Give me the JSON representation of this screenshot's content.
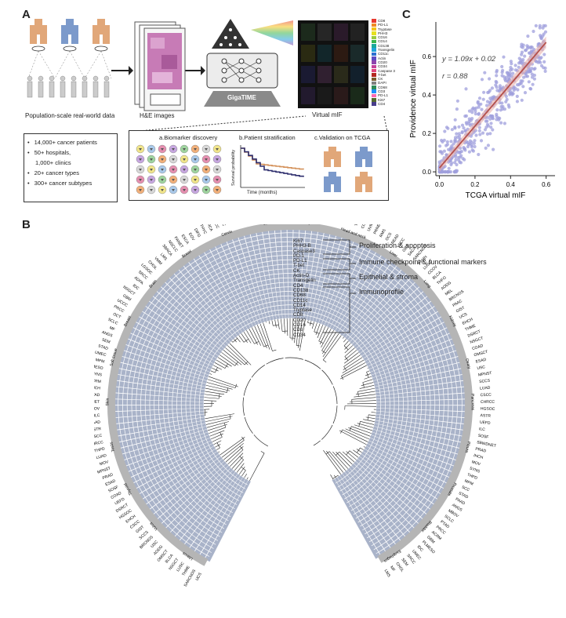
{
  "panels": {
    "a": "A",
    "b": "B",
    "c": "C"
  },
  "panelA": {
    "population_label": "Population-scale real-world data",
    "he_label": "H&E images",
    "model_label": "GigaTIME",
    "mif_label": "Virtual mIF",
    "markers": [
      "CD8",
      "PD-L1",
      "Tryptase",
      "PHH3",
      "CD16",
      "CD14",
      "CD138",
      "Transgelin",
      "CD11c",
      "Actin",
      "CD20",
      "CD34",
      "Caspase 3",
      "T-bet",
      "CK",
      "DAPI",
      "CD68",
      "CD3",
      "PD-L1",
      "Ki67",
      "CD4"
    ],
    "marker_colors": [
      "#e83a2f",
      "#f08a24",
      "#f5c518",
      "#e6e020",
      "#9ccc3c",
      "#3bb54a",
      "#19a89a",
      "#1fa3d9",
      "#2c6fd1",
      "#5b4bc4",
      "#8e44ad",
      "#c2409a",
      "#e0457b",
      "#b3261e",
      "#7a5c2e",
      "#808080",
      "#2e8b57",
      "#1e90ff",
      "#ff69b4",
      "#556b2f",
      "#483d8b"
    ],
    "stats": [
      "14,000+ cancer patients",
      "50+ hospitals,",
      "1,000+ clinics",
      "20+ cancer types",
      "300+ cancer subtypes"
    ],
    "sub_a": "a.Biomarker discovery",
    "sub_b": "b.Patient stratification",
    "sub_c": "c.Validation on TCGA",
    "survival_ylabel": "Survival probability",
    "survival_xlabel": "Time (months)",
    "survival_colors": [
      "#d4915a",
      "#2f2f6e"
    ]
  },
  "chart_data": {
    "type": "scatter",
    "title": "",
    "xlabel": "TCGA virtual mIF",
    "ylabel": "Providence virtual mIF",
    "xlim": [
      -0.02,
      0.65
    ],
    "ylim": [
      -0.02,
      0.78
    ],
    "xticks": [
      "0.0",
      "0.2",
      "0.4",
      "0.6"
    ],
    "yticks": [
      "0.0",
      "0.2",
      "0.4",
      "0.6"
    ],
    "equation": "y = 1.09x + 0.02",
    "r_label": "r = 0.88",
    "slope": 1.09,
    "intercept": 0.02,
    "n_points": 520,
    "point_color": "#9f9fdc",
    "line_color": "#b5504a",
    "grid": false
  },
  "panelB": {
    "markers": [
      "Ki67",
      "PHH3-B",
      "Caspase3",
      "PD-1",
      "PD-L1",
      "T-bet",
      "CK",
      "Actin-D",
      "Transgelin",
      "CD4",
      "CD138",
      "CD68",
      "CD11c",
      "CD14",
      "Tryptase",
      "CD8",
      "CD20",
      "CD16",
      "CD3",
      "CD34"
    ],
    "groups": [
      "Proliferation & apoptosis",
      "Immune checkpoint & functional markers",
      "Epithelial & stroma",
      "Immunoprofile"
    ],
    "tissues": [
      "Uterus",
      "Vulva",
      "Thyroid",
      "Testis",
      "Skin",
      "Soft tissue",
      "Breast",
      "Brain",
      "Bowel",
      "Cervix",
      "Stomach",
      "Eye",
      "Head and neck",
      "Liver",
      "Lung",
      "Kidney",
      "Ovary",
      "Pancreas",
      "Pleura",
      "Prostate",
      "Bladder",
      "Esophagus"
    ],
    "subtypes_left": [
      "UCS",
      "UMEC",
      "UEC",
      "USC",
      "UCCC",
      "ULMS",
      "UEFD",
      "VMM",
      "VSCC",
      "THPD",
      "THYC",
      "THFO",
      "PTAD",
      "PTCL",
      "THME",
      "SEM",
      "TMT",
      "SCCS",
      "NSGCT",
      "CCOS",
      "SOSF",
      "SBRCA",
      "SACA",
      "SCC",
      "BCC",
      "MEL",
      "ACRM",
      "DFSP",
      "NSGCT",
      "MF",
      "EMPD",
      "CSCC",
      "ADPA",
      "PRNE",
      "PRAD",
      "PANET",
      "PAMN",
      "PAAD",
      "PAASC",
      "PAAC",
      "PLMESO",
      "SOC",
      "OMSCT",
      "OCT",
      "OGCT",
      "HGSOC",
      "LGSOC",
      "OCS",
      "MOV",
      "EOV",
      "CCOV",
      "MBOV",
      "UCMN"
    ],
    "subtypes_right": [
      "GBM",
      "ASTR",
      "AODG",
      "ODG",
      "DIFG",
      "ANGS",
      "MPNST",
      "SARCNOS",
      "MFH",
      "LMS",
      "SYNS",
      "DSRCT",
      "RMS",
      "ES",
      "IDC",
      "ILC",
      "BRCNOS",
      "MDLC",
      "BRCA",
      "SCLC",
      "LUAD",
      "LUSC",
      "LUNE",
      "NSCLC",
      "MPM",
      "COAD",
      "READ",
      "MACR",
      "SRCC",
      "SBWDNET",
      "GIST",
      "TAC",
      "CCRCC",
      "PRCC",
      "CHRCC",
      "BLCA",
      "UTUC",
      "ESCA",
      "STAD",
      "ESAD",
      "GEJ",
      "HCC",
      "CHOL",
      "IHCH",
      "EHCH",
      "UVM",
      "RBL"
    ]
  }
}
